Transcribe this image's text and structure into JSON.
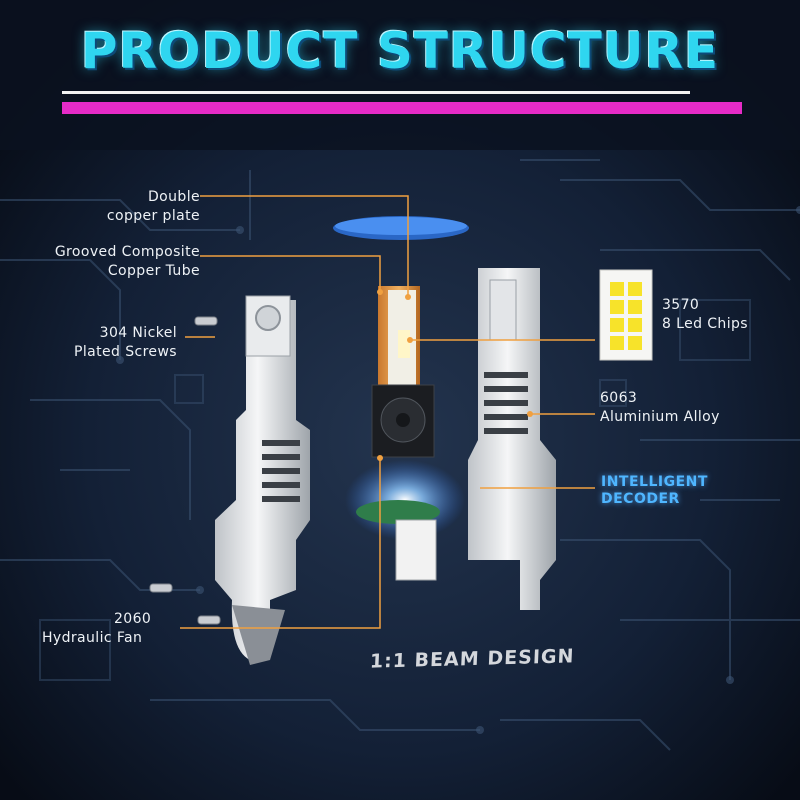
{
  "title": "PRODUCT STRUCTURE",
  "labels": {
    "double_copper_plate": [
      "Double",
      "copper plate"
    ],
    "grooved_copper_tube": [
      "Grooved Composite",
      "Copper Tube"
    ],
    "nickel_screws": [
      "304 Nickel",
      "Plated Screws"
    ],
    "led_chips": [
      "3570",
      "8 Led Chips"
    ],
    "aluminium_alloy": [
      "6063",
      "Aluminium Alloy"
    ],
    "intelligent_decoder": [
      "INTELLIGENT",
      "DECODER"
    ],
    "hydraulic_fan": [
      "2060",
      "Hydraulic Fan"
    ]
  },
  "beam_design": "1:1 BEAM DESIGN",
  "colors": {
    "title": "#2fd6f0",
    "accent_bar": "#e62bc7",
    "leader_lines": "#f0a040",
    "decoder_text": "#4fb6ff",
    "background": "#0b1422"
  }
}
